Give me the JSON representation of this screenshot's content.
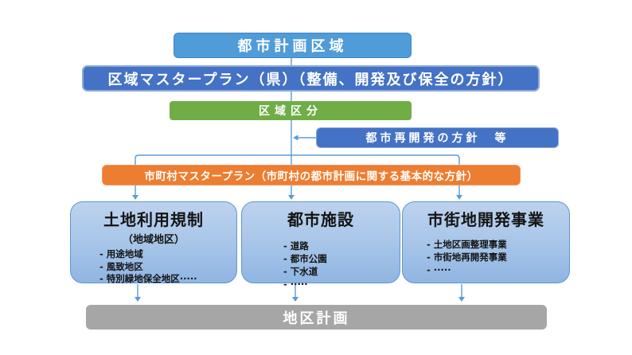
{
  "diagram": {
    "nodes": {
      "city_planning_area": "都市計画区域",
      "prefecture_master_plan": "区域マスタープラン（県）（整備、開発及び保全の方針）",
      "area_division": "区域区分",
      "urban_redevelopment_policy": "都市再開発の方針　等",
      "municipal_master_plan": "市町村マスタープラン（市町村の都市計画に関する基本的な方針）",
      "district_plan": "地区計画"
    },
    "land_use_regulation": {
      "title": "土地利用規制",
      "subtitle": "（地域地区）",
      "items": [
        "- 用途地域",
        "- 風致地区",
        "- 特別緑地保全地区·····"
      ]
    },
    "urban_facilities": {
      "title": "都市施設",
      "items": [
        "- 道路",
        "- 都市公園",
        "- 下水道",
        "- ·····"
      ]
    },
    "urban_development_projects": {
      "title": "市街地開発事業",
      "items": [
        "- 土地区画整理事業",
        "- 市街地再開発事業",
        "- ·····"
      ]
    },
    "colors": {
      "light_blue_box": "#4F9CD8",
      "dark_blue_box": "#4472C4",
      "dark_blue_border": "#8FAADC",
      "green_box": "#70AD47",
      "orange_box": "#ED7D31",
      "gray_box": "#A6A6A6",
      "category_box_fill_top": "#BDD3EE",
      "category_box_fill_bottom": "#8FB5E2",
      "category_box_border": "#6096CE",
      "connector": "#5B9BD5",
      "white_text": "#FFFFFF",
      "black_text": "#141414",
      "background": "#FFFFFF"
    }
  }
}
